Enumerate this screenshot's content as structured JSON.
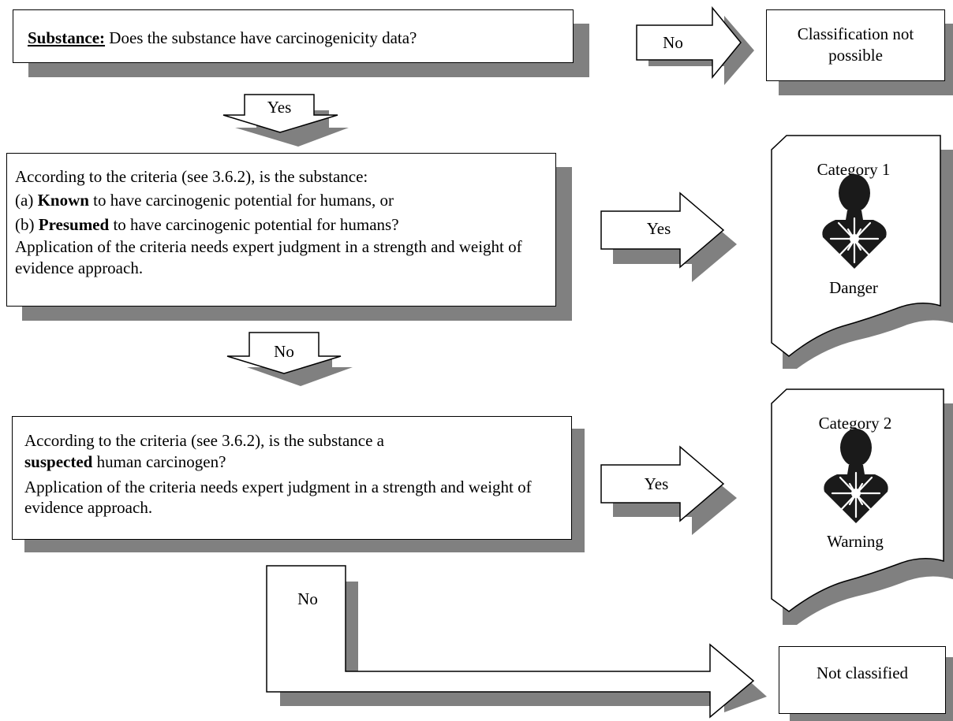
{
  "q1": {
    "prefix": "Substance:",
    "text": " Does the substance have carcinogenicity data?"
  },
  "q2": {
    "line1": "According to the criteria (see 3.6.2), is the substance:",
    "line2_prefix": "(a) ",
    "line2_bold": "Known",
    "line2_rest": " to have carcinogenic potential for humans, or",
    "line3_prefix": "(b) ",
    "line3_bold": "Presumed",
    "line3_rest": " to have carcinogenic potential for humans?",
    "line4": "Application of the criteria needs expert judgment in a strength and weight of evidence approach."
  },
  "q3": {
    "line1": "According to the criteria (see 3.6.2), is the substance a",
    "line2_bold": "suspected",
    "line2_rest": " human carcinogen?",
    "line3": "Application of the criteria needs expert judgment in a strength and weight of evidence approach."
  },
  "arrows": {
    "q1_no": "No",
    "q1_yes": "Yes",
    "q2_yes": "Yes",
    "q2_no": "No",
    "q3_yes": "Yes",
    "q3_no": "No"
  },
  "outcomes": {
    "no_data": "Classification not possible",
    "cat1_title": "Category 1",
    "cat1_signal": "Danger",
    "cat2_title": "Category 2",
    "cat2_signal": "Warning",
    "not_classified": "Not classified"
  },
  "colors": {
    "shadow": "#808080",
    "pictogram": "#1a1a1a",
    "stroke": "#000000"
  },
  "icons": {
    "pictogram": "health-hazard-icon"
  }
}
